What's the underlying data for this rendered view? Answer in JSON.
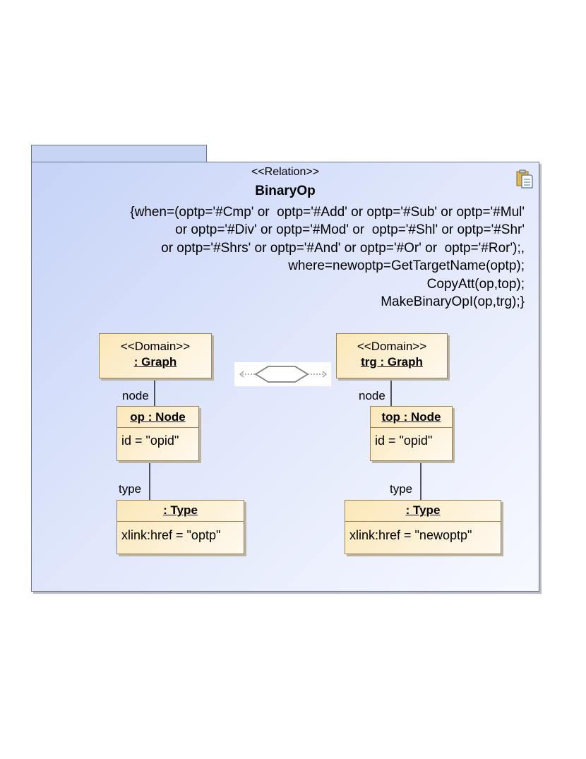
{
  "relation": {
    "stereotype": "<<Relation>>",
    "name": "BinaryOp",
    "constraint_lines": [
      "{when=(optp='#Cmp' or  optp='#Add' or optp='#Sub' or optp='#Mul'",
      "or optp='#Div' or optp='#Mod' or  optp='#Shl' or optp='#Shr'",
      "or optp='#Shrs' or optp='#And' or optp='#Or' or  optp='#Ror');,",
      "where=newoptp=GetTargetName(optp);",
      "CopyAtt(op,top);",
      "MakeBinaryOpI(op,trg);}"
    ],
    "icon": "document-clipboard-icon"
  },
  "left": {
    "domain": {
      "stereotype": "<<Domain>>",
      "name": ": Graph"
    },
    "node_role": "node",
    "node": {
      "name": "op : Node",
      "attr": "id = \"opid\""
    },
    "type_role": "type",
    "type": {
      "name": ": Type",
      "attr": "xlink:href = \"optp\""
    }
  },
  "right": {
    "domain": {
      "stereotype": "<<Domain>>",
      "name": "trg : Graph"
    },
    "node_role": "node",
    "node": {
      "name": "top : Node",
      "attr": "id = \"opid\""
    },
    "type_role": "type",
    "type": {
      "name": ": Type",
      "attr": "xlink:href = \"newoptp\""
    }
  },
  "connector": {
    "icon": "hexagon-relation-icon"
  }
}
